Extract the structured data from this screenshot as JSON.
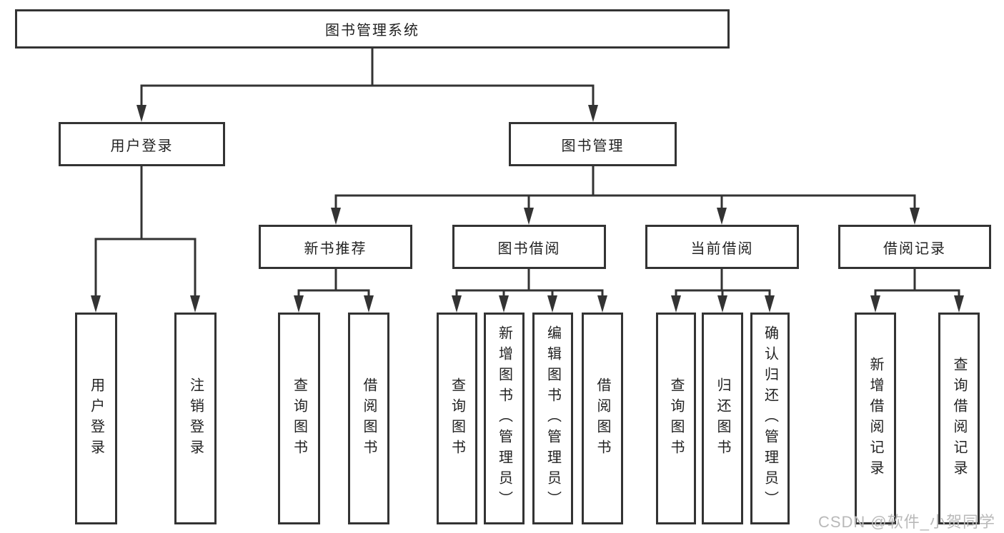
{
  "tree": {
    "root": {
      "label": "图书管理系统"
    },
    "branches": [
      {
        "label": "用户登录",
        "children": [
          {
            "label": "用户登录"
          },
          {
            "label": "注销登录"
          }
        ]
      },
      {
        "label": "图书管理",
        "children": [
          {
            "label": "新书推荐",
            "children": [
              {
                "label": "查询图书"
              },
              {
                "label": "借阅图书"
              }
            ]
          },
          {
            "label": "图书借阅",
            "children": [
              {
                "label": "查询图书"
              },
              {
                "label": "新增图书（管理员）"
              },
              {
                "label": "编辑图书（管理员）"
              },
              {
                "label": "借阅图书"
              }
            ]
          },
          {
            "label": "当前借阅",
            "children": [
              {
                "label": "查询图书"
              },
              {
                "label": "归还图书"
              },
              {
                "label": "确认归还（管理员）"
              }
            ]
          },
          {
            "label": "借阅记录",
            "children": [
              {
                "label": "新增借阅记录"
              },
              {
                "label": "查询借阅记录"
              }
            ]
          }
        ]
      }
    ]
  },
  "watermark": "CSDN @软件_小贺同学",
  "colors": {
    "line": "#333333",
    "text": "#222222",
    "watermark_gray": "#b9b9b9",
    "background": "#ffffff"
  }
}
